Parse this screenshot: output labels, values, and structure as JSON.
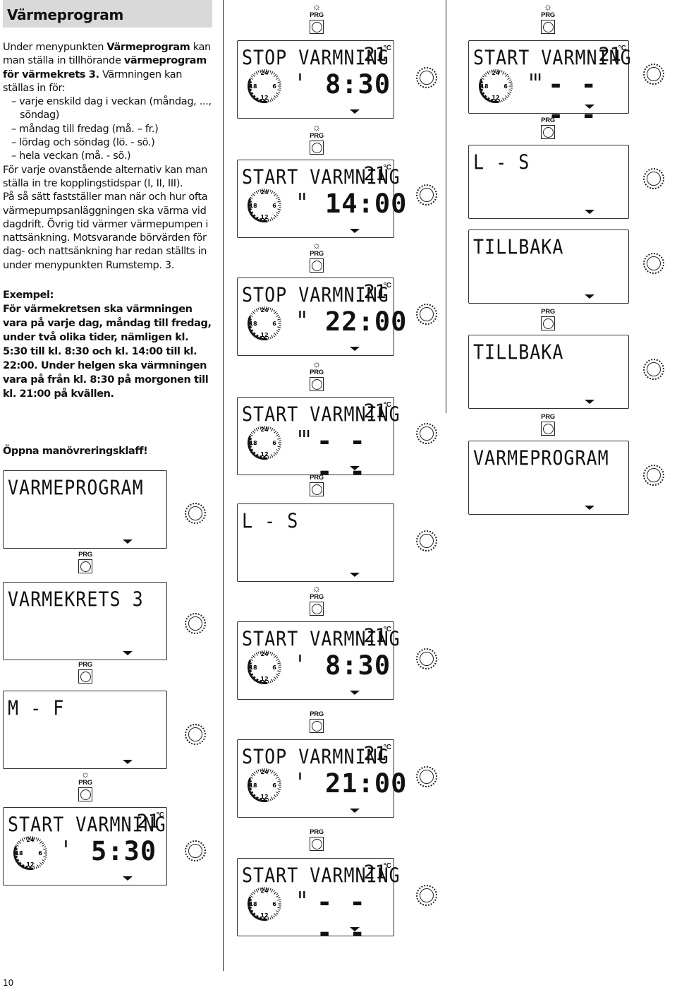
{
  "title": "Värmeprogram",
  "intro": {
    "p1_a": "Under menypunkten ",
    "p1_b": "Värmeprogram",
    "p1_c": " kan man ställa in tillhörande ",
    "p1_d": "värmeprogram för värmekrets 3.",
    "p1_e": " Värmningen kan ställas in för:",
    "opt1": "– varje enskild dag i veckan (måndag, ...,",
    "opt1b": "söndag)",
    "opt2": "– måndag till fredag (må. – fr.)",
    "opt3": "– lördag och söndag (lö. - sö.)",
    "opt4": "– hela veckan (må. - sö.)",
    "p2": "För varje ovanstående alternativ kan man ställa in tre kopplingstidspar (I, II, III).",
    "p3": "På så sätt fastställer man när och hur ofta värmepumpsanläggningen ska värma vid dagdrift. Övrig tid värmer värmepumpen i nattsänkning. Motsvarande börvärden för dag- och nattsänkning har redan ställts in under menypunkten Rumstemp. 3."
  },
  "example": {
    "heading": "Exempel:",
    "text": "För värmekretsen ska värmningen vara på varje dag, måndag till fredag, under två olika tider, nämligen kl. 5:30 till kl. 8:30 och kl. 14:00 till kl. 22:00. Under helgen ska värmningen vara på från kl. 8:30 på morgonen till kl. 21:00 på kvällen."
  },
  "open_flap": "Öppna manövreringsklaff!",
  "page_number": "10",
  "prg_label": "PRG",
  "clock_labels": [
    "24",
    "6",
    "12",
    "18"
  ],
  "deg": "°C",
  "col1": [
    {
      "main": "VARMEPROGRAM"
    },
    {
      "main": "VARMEKRETS  3"
    },
    {
      "main": "M - F"
    },
    {
      "main": "START VARMNING",
      "temp": "21",
      "roman": "I",
      "time": "5:30"
    }
  ],
  "col2": [
    {
      "main": "STOP VARMNING",
      "temp": "21",
      "roman": "I",
      "time": "8:30"
    },
    {
      "main": "START VARMNING",
      "temp": "21",
      "roman": "II",
      "time": "14:00"
    },
    {
      "main": "STOP VARMNING",
      "temp": "21",
      "roman": "II",
      "time": "22:00"
    },
    {
      "main": "START VARMNING",
      "temp": "21",
      "roman": "III",
      "time": "- - - -"
    },
    {
      "main": "L - S"
    },
    {
      "main": "START VARMNING",
      "temp": "21",
      "roman": "I",
      "time": "8:30"
    },
    {
      "main": "STOP VARMNING",
      "temp": "21",
      "roman": "I",
      "time": "21:00"
    },
    {
      "main": "START VARMNING",
      "temp": "21",
      "roman": "II",
      "time": "- - - -"
    }
  ],
  "col3": [
    {
      "main": "START VARMNING",
      "temp": "21",
      "roman": "III",
      "time": "- - - -"
    },
    {
      "main": "L - S"
    },
    {
      "main": "TILLBAKA"
    },
    {
      "main": "TILLBAKA"
    },
    {
      "main": "VARMEPROGRAM"
    }
  ]
}
